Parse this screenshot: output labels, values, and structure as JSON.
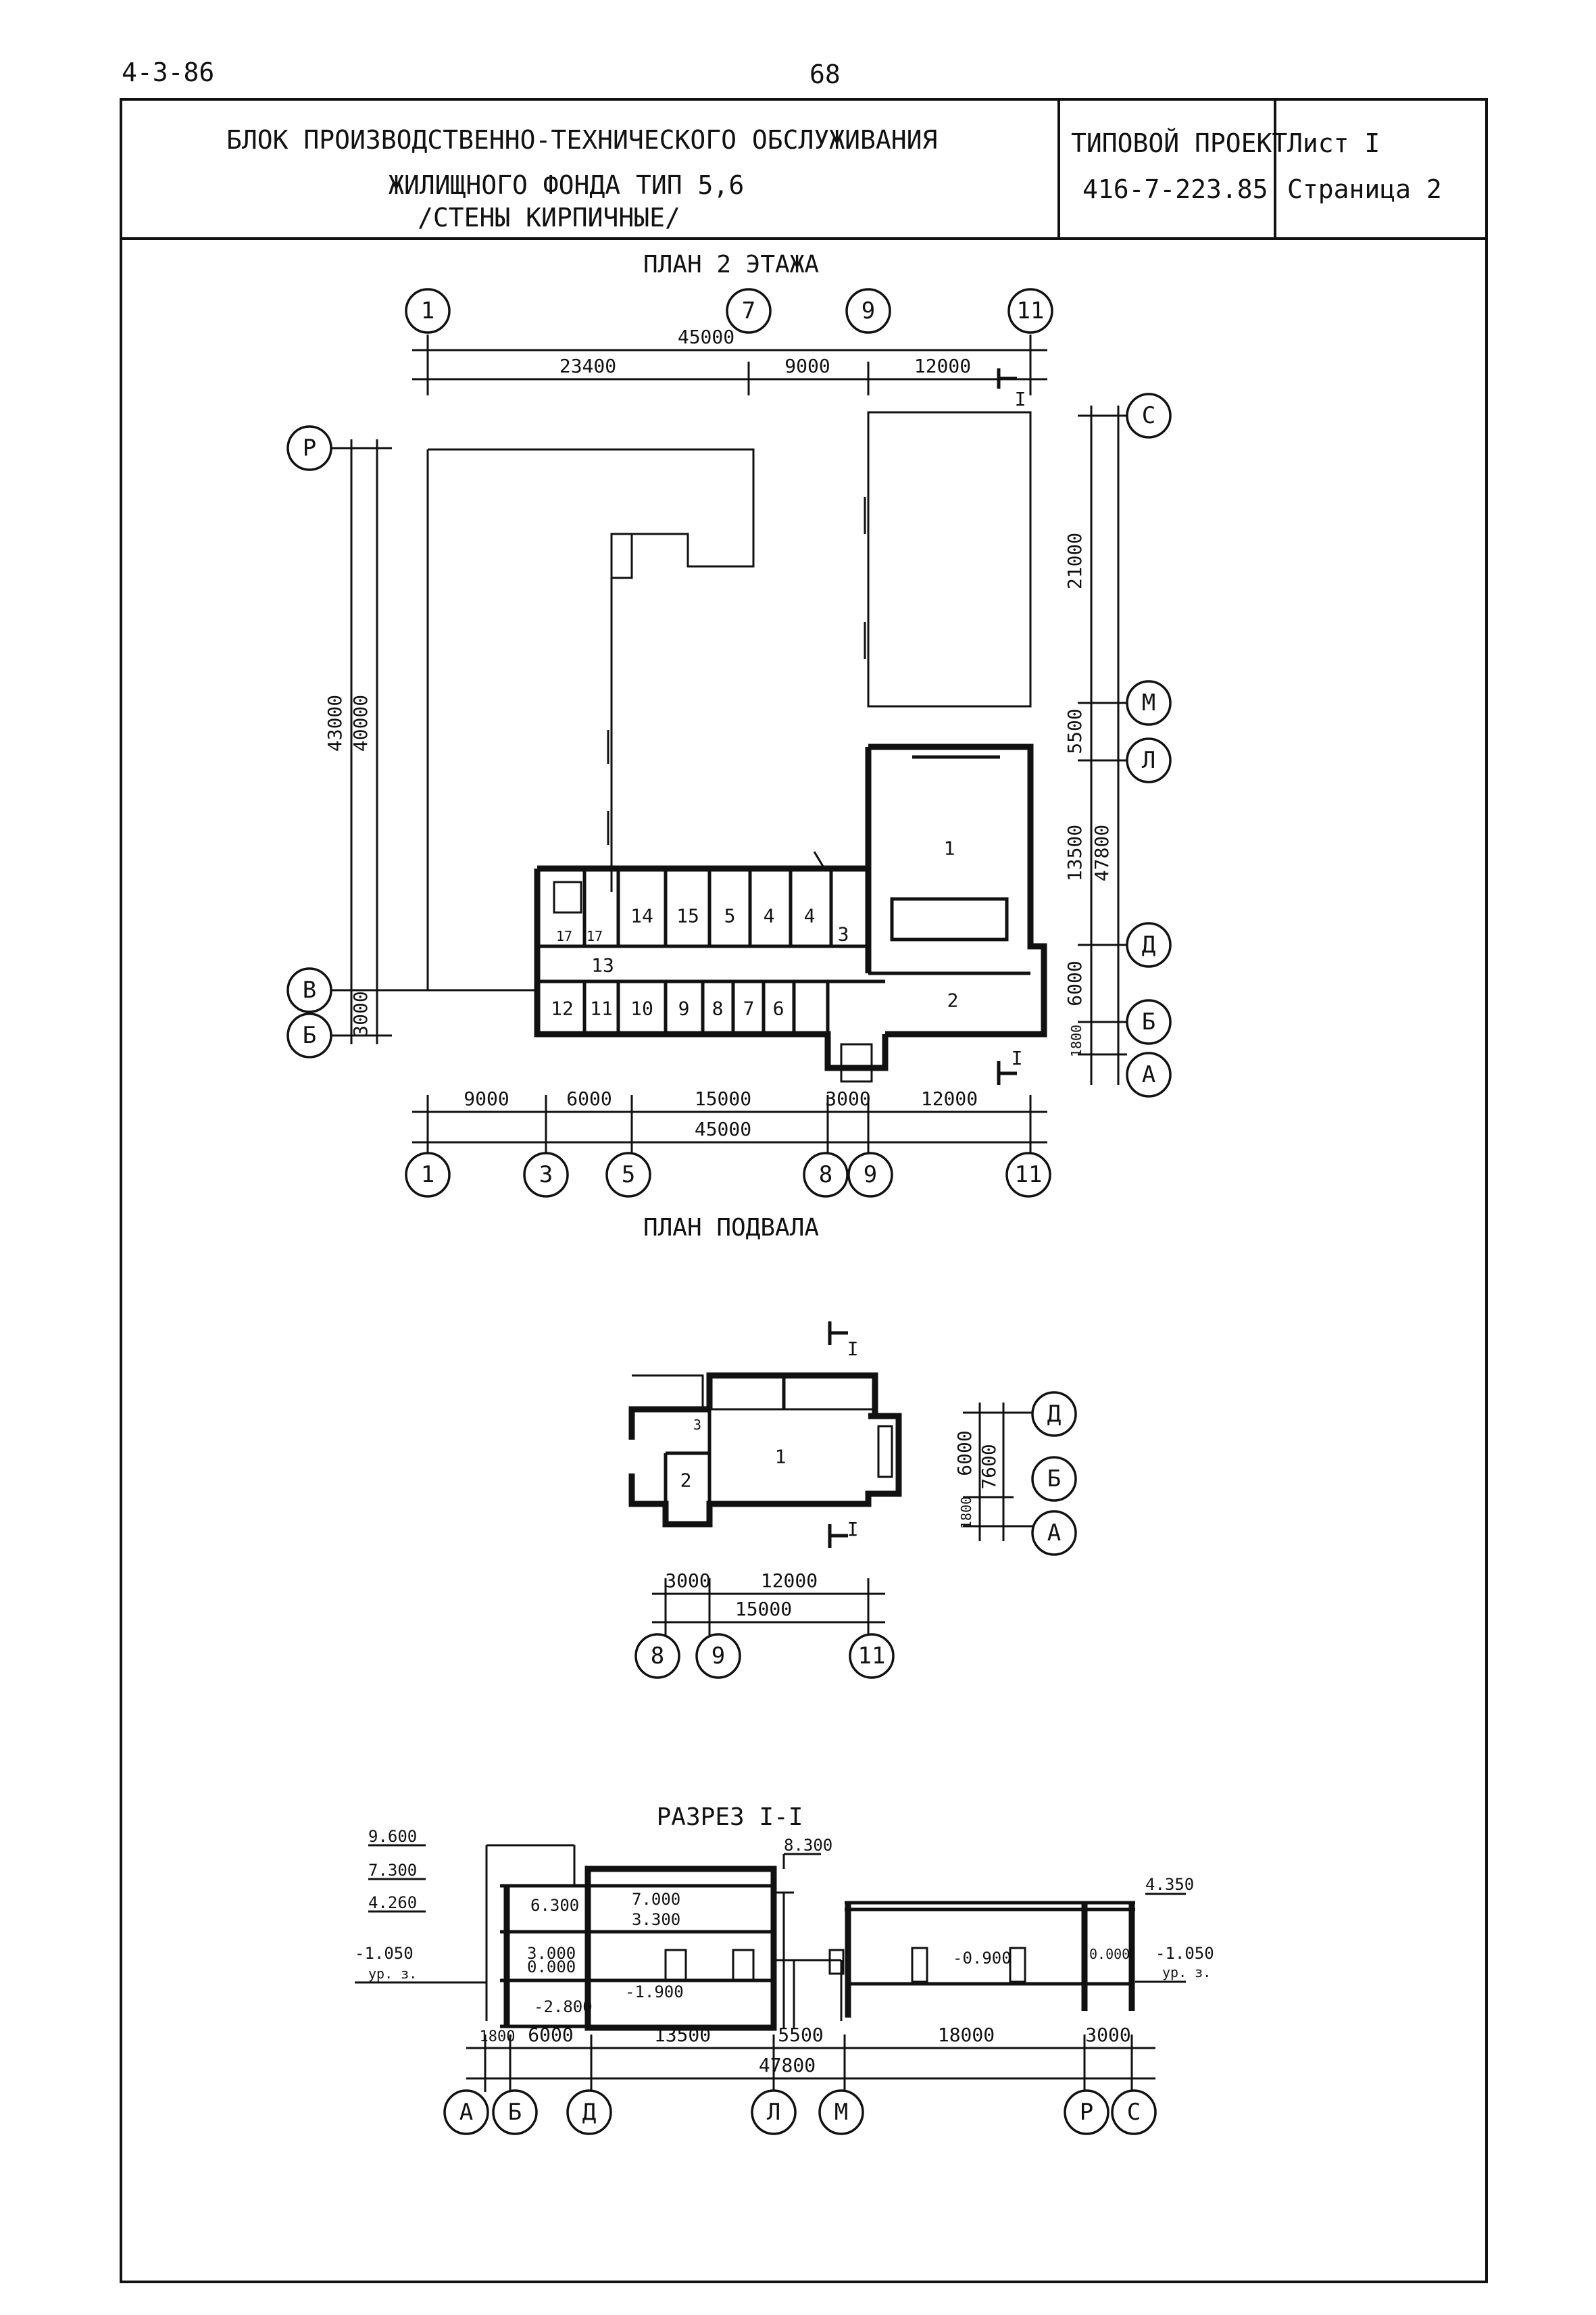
{
  "page": {
    "code": "4-3-86",
    "number": "68"
  },
  "title_block": {
    "name_line1": "БЛОК ПРОИЗВОДСТВЕННО-ТЕХНИЧЕСКОГО ОБСЛУЖИВАНИЯ",
    "name_line2": "ЖИЛИЩНОГО ФОНДА   ТИП 5,6",
    "name_line3": "/СТЕНЫ  КИРПИЧНЫЕ/",
    "project_label": "ТИПОВОЙ ПРОЕКТ",
    "project_number": "416-7-223.85",
    "sheet": "Лист  I",
    "page": "Страница 2"
  },
  "plan2": {
    "title": "ПЛАН  2  ЭТАЖА",
    "axes_top": [
      "1",
      "7",
      "9",
      "11"
    ],
    "axes_bottom": [
      "1",
      "3",
      "5",
      "8",
      "9",
      "11"
    ],
    "axes_left": [
      "Р",
      "В",
      "Б"
    ],
    "axes_right": [
      "С",
      "М",
      "Л",
      "Д",
      "Б",
      "А"
    ],
    "dims_top_total": "45000",
    "dims_top": [
      "23400",
      "9000",
      "12000"
    ],
    "dims_bottom": [
      "9000",
      "6000",
      "15000",
      "3000",
      "12000"
    ],
    "dims_bottom_total": "45000",
    "dims_left": [
      "43000",
      "40000",
      "3000"
    ],
    "dims_right": [
      "21000",
      "5500",
      "13500",
      "6000",
      "1800"
    ],
    "dims_right_total": "47800",
    "section_mark": "I",
    "rooms": [
      "1",
      "2",
      "3",
      "4",
      "4",
      "5",
      "15",
      "14",
      "17",
      "17",
      "13",
      "12",
      "11",
      "10",
      "9",
      "8",
      "7",
      "6"
    ]
  },
  "basement": {
    "title": "ПЛАН  ПОДВАЛА",
    "axes_bottom": [
      "8",
      "9",
      "11"
    ],
    "axes_right": [
      "Д",
      "Б",
      "А"
    ],
    "dims_bottom": [
      "3000",
      "12000"
    ],
    "dims_bottom_total": "15000",
    "dims_right": [
      "6000",
      "7600",
      "1800"
    ],
    "rooms": [
      "1",
      "2",
      "3"
    ],
    "section_mark": "I"
  },
  "section": {
    "title": "РАЗРЕЗ I-I",
    "levels_left": [
      "9.600",
      "7.300",
      "4.260",
      "-1.050",
      "ур. з."
    ],
    "levels_inner": [
      "6.300",
      "7.000",
      "3.300",
      "3.000",
      "0.000",
      "-2.800",
      "-1.900",
      "-0.900",
      "0.000"
    ],
    "levels_right": [
      "8.300",
      "4.350",
      "-1.050",
      "ур. з."
    ],
    "dims": [
      "1800",
      "6000",
      "13500",
      "5500",
      "18000",
      "3000"
    ],
    "dims_total": "47800",
    "axes": [
      "А",
      "Б",
      "Д",
      "Л",
      "М",
      "Р",
      "С"
    ]
  }
}
